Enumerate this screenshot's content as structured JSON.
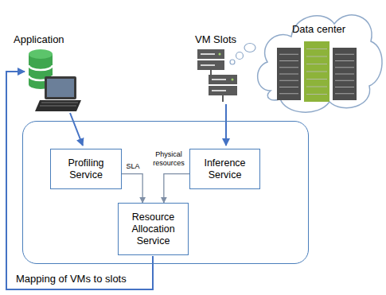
{
  "diagram": {
    "nodes": [
      {
        "text": [
          "Data center"
        ]
      },
      {
        "text": []
      },
      {
        "text": [
          "Profiling Service"
        ],
        "in": 1
      },
      {
        "text": [
          "Inference Service"
        ],
        "in": 1
      },
      {
        "text": [
          "Resource Allocation Service"
        ],
        "in": 1
      }
    ],
    "edges": [
      {
        "from": 2,
        "to": 4,
        "label": "SLA",
        "arrow": "to"
      },
      {
        "from": 3,
        "to": 4,
        "label": "Physical resources",
        "arrow": "to"
      }
    ],
    "labels": [
      "Application",
      "VM Slots",
      "Mapping of VMs to slots"
    ]
  }
}
